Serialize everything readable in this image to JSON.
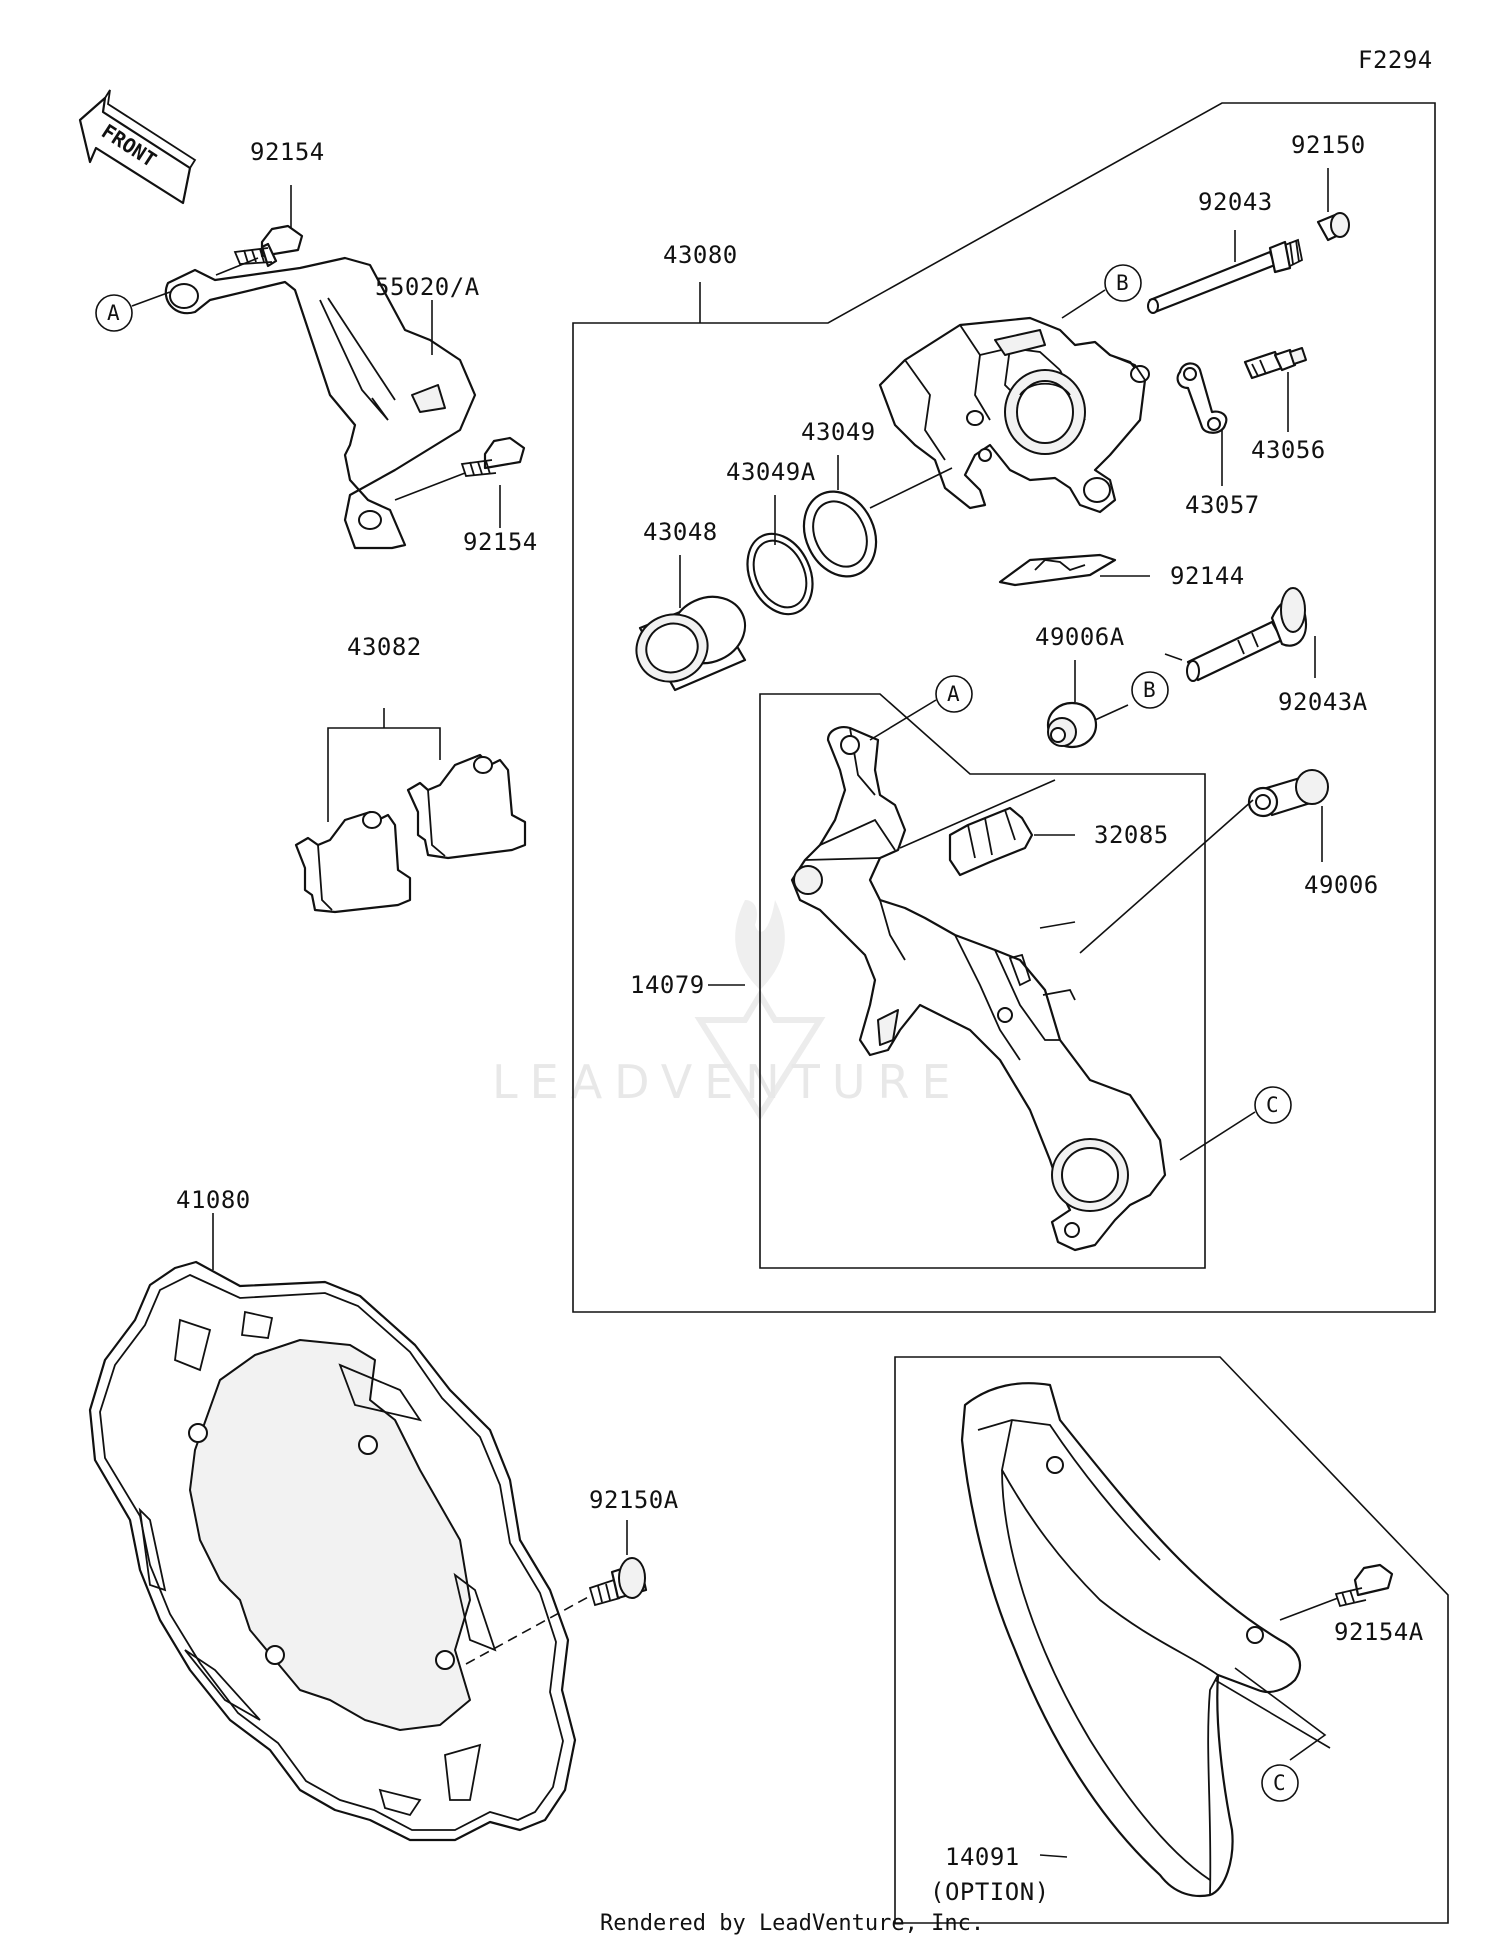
{
  "diagram_code": "F2294",
  "front_arrow_label": "FRONT",
  "watermark": "LEADVENTURE",
  "footer": "Rendered by LeadVenture, Inc.",
  "option_label": "(OPTION)",
  "part_numbers": {
    "p92154_top": "92154",
    "p55020A": "55020/A",
    "p92154_bottom": "92154",
    "p43082": "43082",
    "p43080": "43080",
    "p92150": "92150",
    "p92043": "92043",
    "p43056": "43056",
    "p43057": "43057",
    "p43049": "43049",
    "p43049A": "43049A",
    "p43048": "43048",
    "p92144": "92144",
    "p49006A": "49006A",
    "p92043A": "92043A",
    "p32085": "32085",
    "p49006": "49006",
    "p14079": "14079",
    "p41080": "41080",
    "p92150A": "92150A",
    "p92154A": "92154A",
    "p14091": "14091"
  },
  "ref_markers": {
    "a": "A",
    "b": "B",
    "c": "C"
  }
}
